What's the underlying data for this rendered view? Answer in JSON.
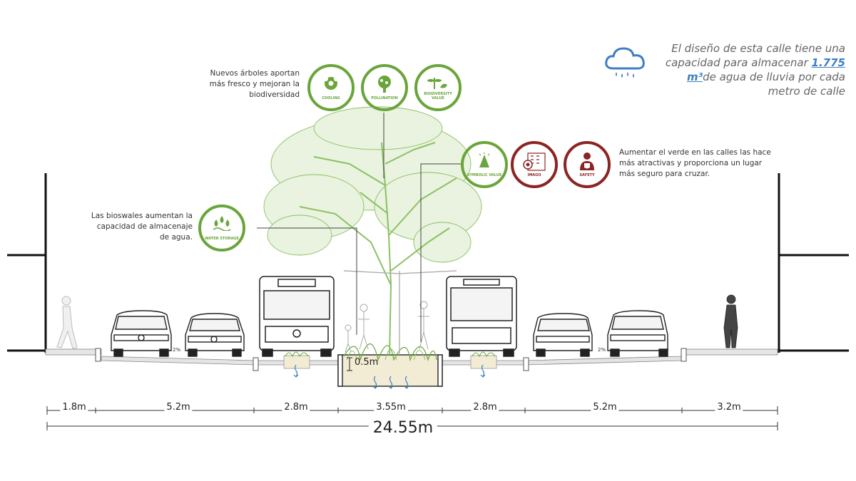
{
  "rain_note": {
    "line1": "El diseño de esta calle tiene una",
    "line2": "capacidad para almacenar",
    "volume": "1.775",
    "unit": "m³",
    "line3": "de agua de lluvia por cada",
    "line4": "metro de calle"
  },
  "notes": {
    "trees": "Nuevos árboles aportan más fresco y mejoran la biodiversidad",
    "greening": "Aumentar el verde en las calles las hace más atractivas y proporciona un lugar más seguro para cruzar.",
    "bioswales": "Las bioswales aumentan la capacidad de almacenaje de agua."
  },
  "icons": [
    {
      "label": "COOLING",
      "glyph": "flower-icon",
      "color": "#6aa53b"
    },
    {
      "label": "POLLINATION",
      "glyph": "tree-icon",
      "color": "#6aa53b"
    },
    {
      "label": "BIODIVERSITY VALUE",
      "glyph": "dragonfly-icon",
      "color": "#6aa53b"
    },
    {
      "label": "SYMBOLIC VALUE",
      "glyph": "cone-tree-icon",
      "color": "#6aa53b"
    },
    {
      "label": "IMAGO",
      "glyph": "building-icon",
      "color": "#8b2423"
    },
    {
      "label": "SAFETY",
      "glyph": "person-shield-icon",
      "color": "#8b2423"
    },
    {
      "label": "WATER STORAGE",
      "glyph": "water-drops-icon",
      "color": "#6aa53b"
    }
  ],
  "slope_labels": [
    "2%",
    "2%"
  ],
  "depth_label": "0.5m",
  "dimensions": {
    "segments": [
      "1.8m",
      "5.2m",
      "2.8m",
      "3.55m",
      "2.8m",
      "5.2m",
      "3.2m"
    ],
    "total": "24.55m"
  }
}
